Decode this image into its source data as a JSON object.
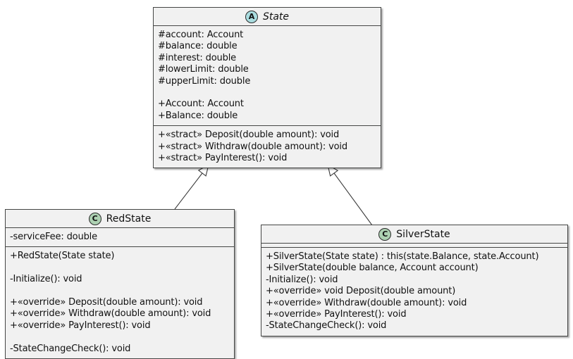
{
  "diagram": {
    "classes": [
      {
        "name": "State",
        "stereotype_letter": "A",
        "stereotype_kind": "abstract",
        "fields": [
          "#account: Account",
          "#balance: double",
          "#interest: double",
          "#lowerLimit: double",
          "#upperLimit: double",
          "",
          "+Account: Account",
          "+Balance: double"
        ],
        "methods": [
          "+«stract» Deposit(double amount): void",
          "+«stract» Withdraw(double amount): void",
          "+«stract» PayInterest(): void"
        ]
      },
      {
        "name": "RedState",
        "stereotype_letter": "C",
        "stereotype_kind": "class",
        "fields": [
          "-serviceFee: double"
        ],
        "methods": [
          "+RedState(State state)",
          "",
          "-Initialize(): void",
          "",
          "+«override» Deposit(double amount): void",
          "+«override» Withdraw(double amount): void",
          "+«override» PayInterest(): void",
          "",
          "-StateChangeCheck(): void"
        ]
      },
      {
        "name": "SilverState",
        "stereotype_letter": "C",
        "stereotype_kind": "class",
        "fields": [],
        "methods": [
          "+SilverState(State state) : this(state.Balance, state.Account)",
          "+SilverState(double balance, Account account)",
          "-Initialize(): void",
          "+«override» void Deposit(double amount)",
          "+«override» Withdraw(double amount): void",
          "+«override» PayInterest(): void",
          "-StateChangeCheck(): void"
        ]
      }
    ],
    "relations": [
      {
        "from": "RedState",
        "to": "State",
        "type": "inheritance"
      },
      {
        "from": "SilverState",
        "to": "State",
        "type": "inheritance"
      }
    ],
    "colors": {
      "abstract_circle": "#A9DCDF",
      "class_circle": "#ADD1B2",
      "box_fill": "#F1F1F1",
      "border": "#454645"
    }
  }
}
